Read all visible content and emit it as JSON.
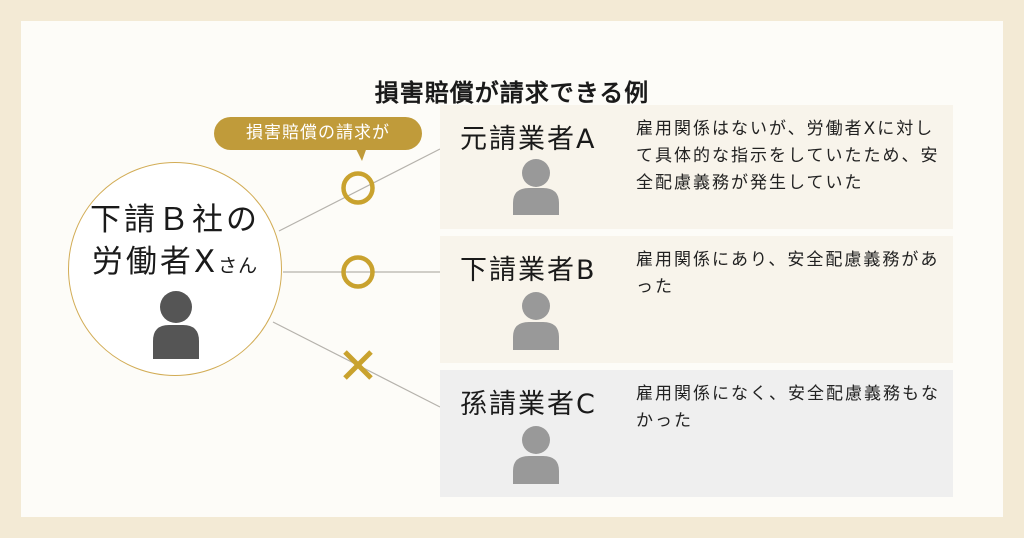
{
  "title": "損害賠償が請求できる例",
  "bubble": {
    "label": "損害賠償の請求が"
  },
  "worker": {
    "line1": "下請Ｂ社の",
    "line2_main": "労働者X",
    "line2_suffix": "さん",
    "icon": "person-icon"
  },
  "relations": [
    {
      "target": "元請業者A",
      "mark": "circle",
      "meaning": "請求可"
    },
    {
      "target": "下請業者B",
      "mark": "circle",
      "meaning": "請求可"
    },
    {
      "target": "孫請業者C",
      "mark": "cross",
      "meaning": "請求不可"
    }
  ],
  "cards": [
    {
      "name": "元請業者A",
      "description": "雇用関係はないが、労働者Xに対して具体的な指示をしていたため、安全配慮義務が発生していた",
      "icon": "person-icon"
    },
    {
      "name": "下請業者B",
      "description": "雇用関係にあり、安全配慮義務があった",
      "icon": "person-icon"
    },
    {
      "name": "孫請業者C",
      "description": "雇用関係になく、安全配慮義務もなかった",
      "icon": "person-icon"
    }
  ],
  "colors": {
    "background": "#f3ead5",
    "panel": "#fdfcf8",
    "accent_gold": "#c9a22e",
    "bubble": "#c09b3a",
    "card_ab": "#f8f4eb",
    "card_c": "#efefef",
    "person_dark": "#555555",
    "person_light": "#999999"
  }
}
